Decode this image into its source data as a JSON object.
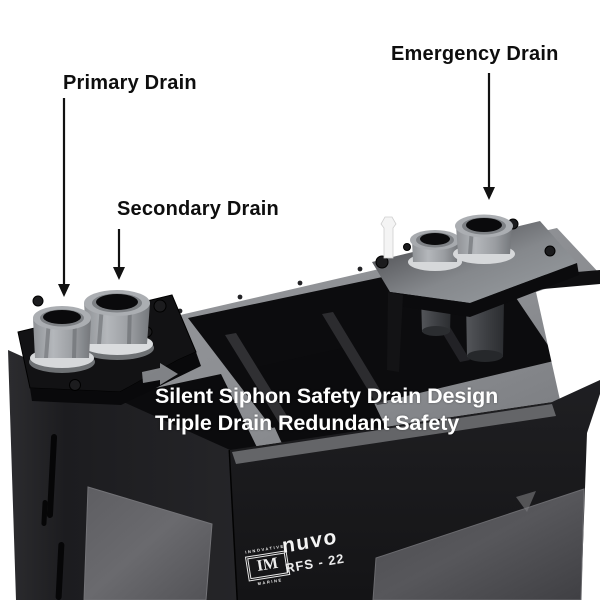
{
  "annotations": {
    "primary_drain": "Primary Drain",
    "secondary_drain": "Secondary Drain",
    "emergency_drain": "Emergency Drain",
    "caption_line1": "Silent Siphon Safety Drain Design",
    "caption_line2": "Triple Drain Redundant Safety"
  },
  "branding": {
    "badge_top": "INNOVATIVE",
    "badge_initials": "IM",
    "badge_bottom": "MARINE",
    "brand_name": "nuvo",
    "model_number": "RFS - 22"
  },
  "colors": {
    "background": "#ffffff",
    "label_text": "#0e0e0e",
    "caption_text": "#ffffff",
    "tank_black": "#131315",
    "deck_gray": "#8e9093",
    "fitting_gray": "#a8abaf",
    "window_gray": "#515155"
  }
}
